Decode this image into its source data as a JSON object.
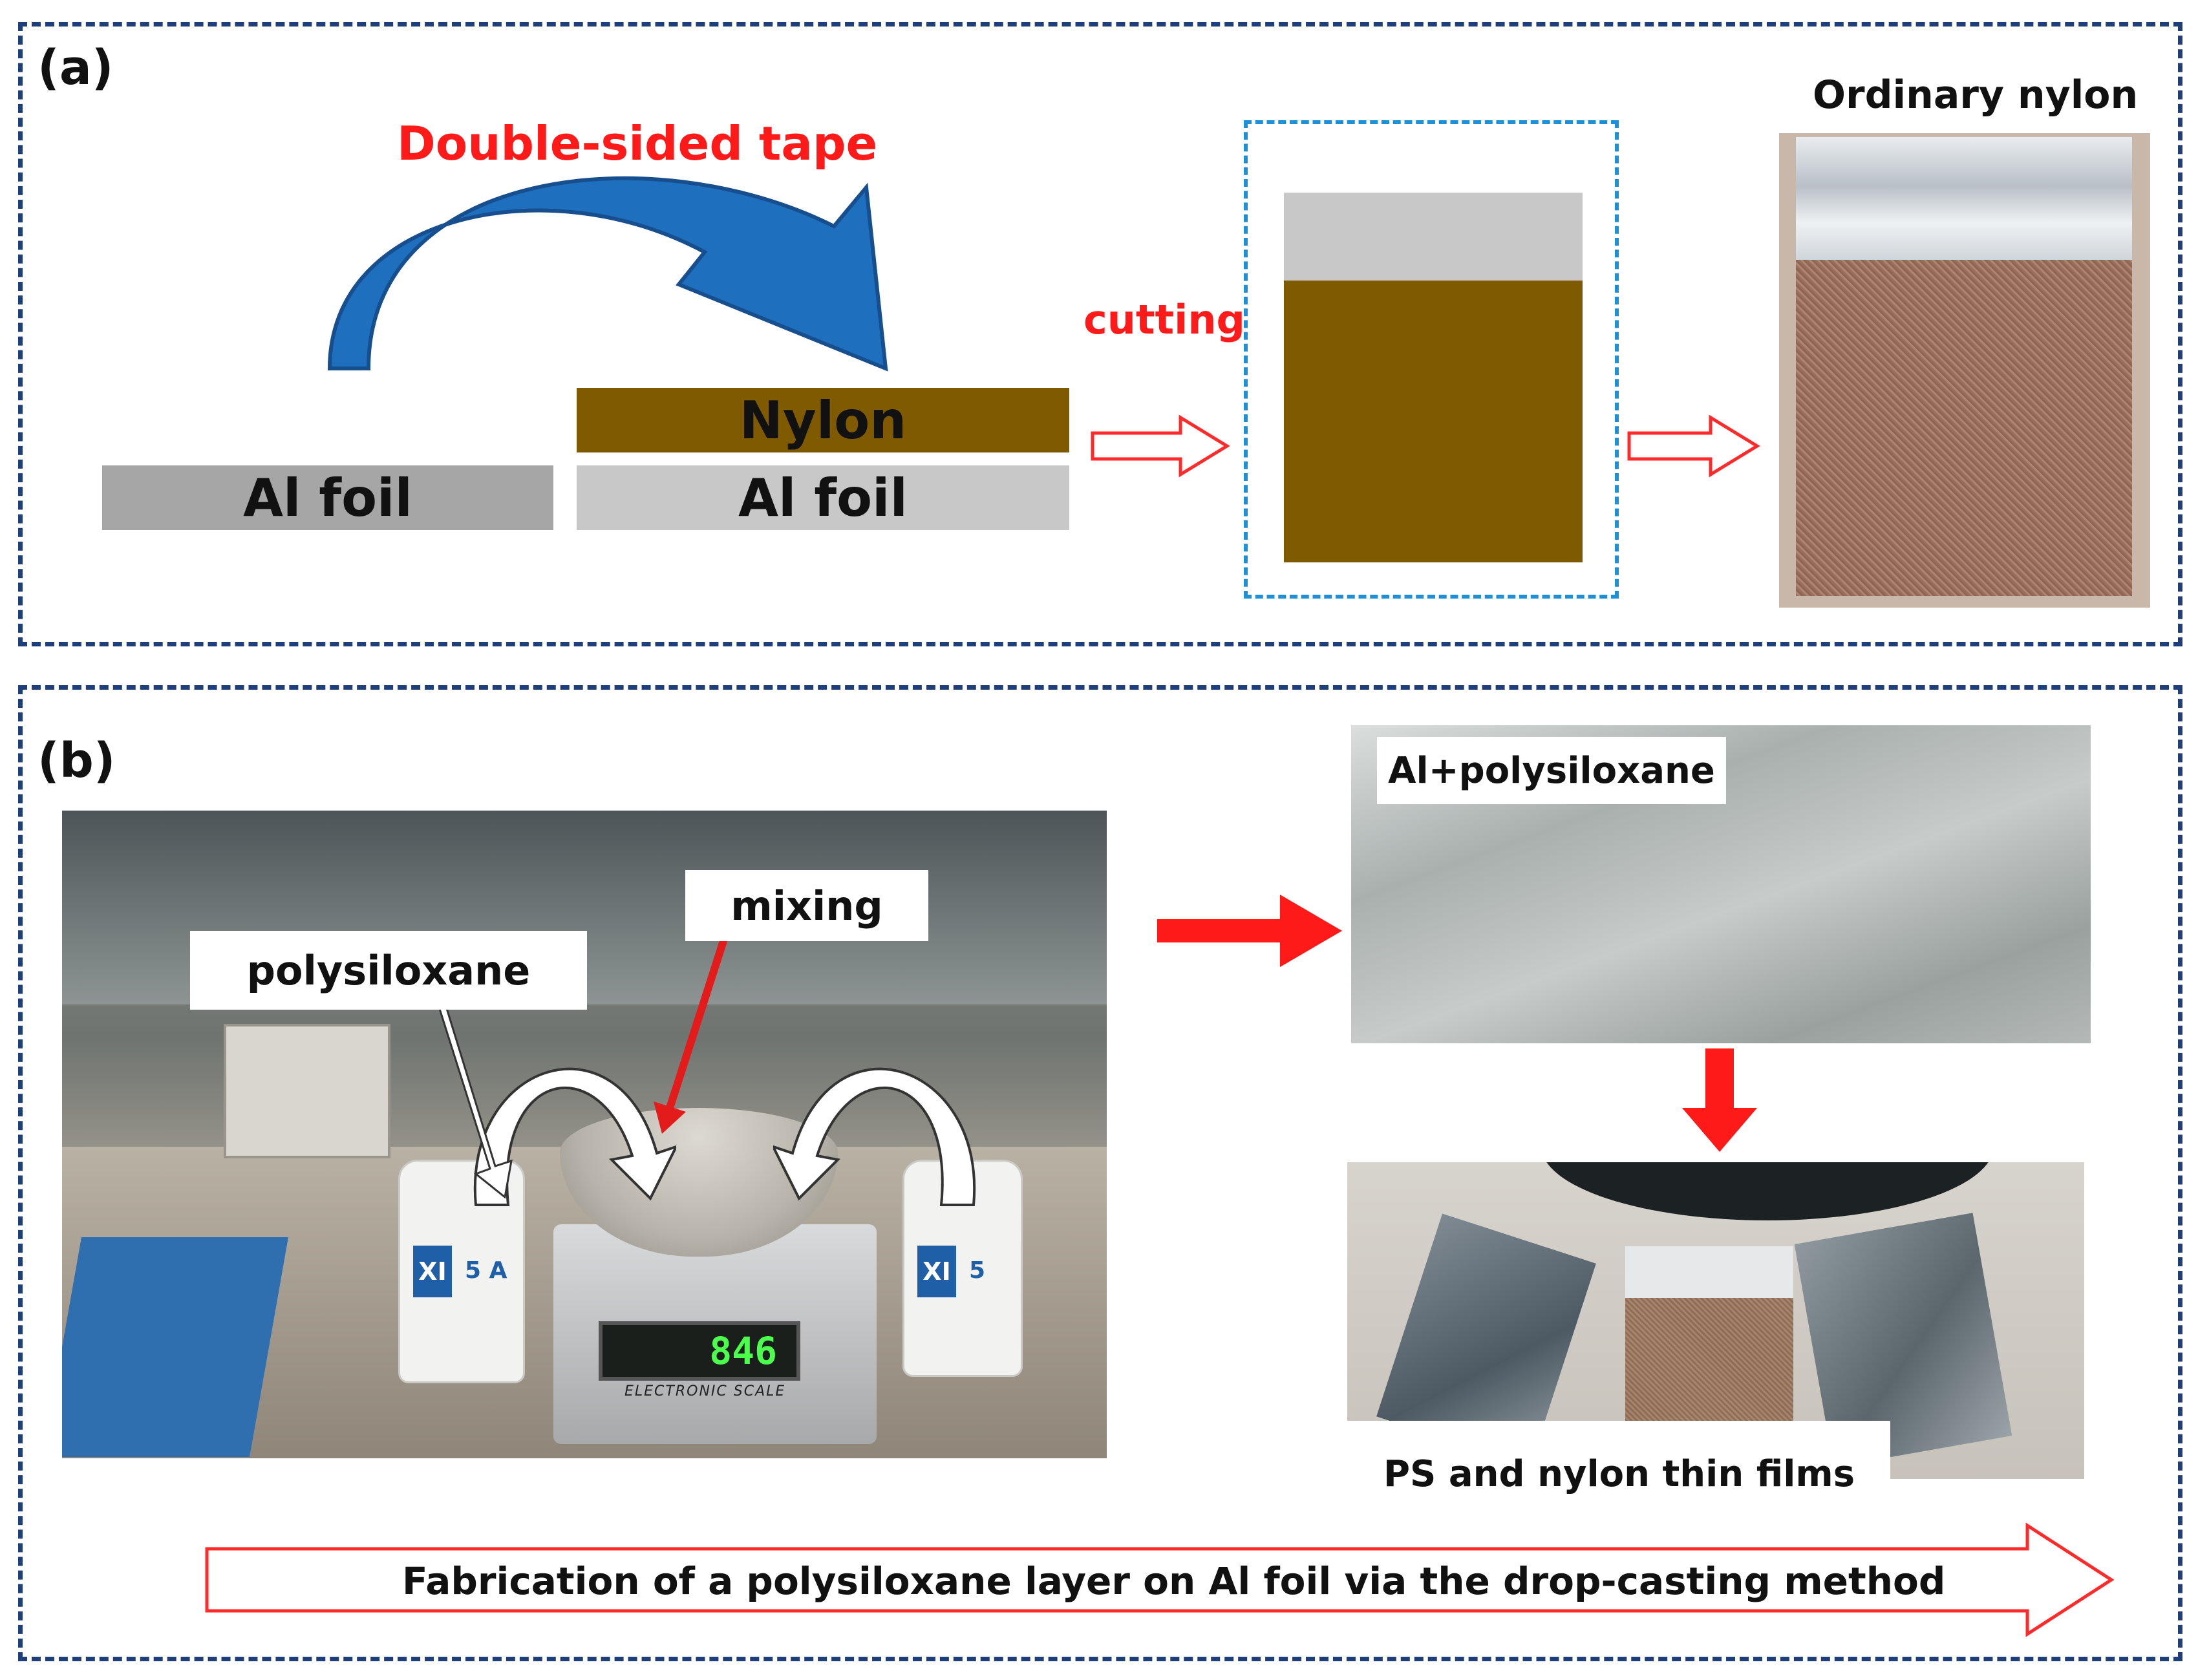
{
  "panel_a": {
    "label": "(a)",
    "tape_label": "Double-sided tape",
    "left_layer": "Al foil",
    "stack_top": "Nylon",
    "stack_bottom": "Al foil",
    "cutting_label": "cutting",
    "result_title": "Ordinary nylon",
    "colors": {
      "nylon": "#7f5a00",
      "al_foil_dark": "#a6a6a6",
      "al_foil_light": "#c8c8c8",
      "tape_arrow": "#1f6fbf",
      "dashed_box": "#1f8fd6",
      "outline_arrow": "#ff2a2a"
    }
  },
  "panel_b": {
    "label": "(b)",
    "tag_polysiloxane": "polysiloxane",
    "tag_mixing": "mixing",
    "bottle_left_text": "XI",
    "bottle_left_num": "5 A",
    "bottle_right_text": "XI",
    "bottle_right_num": "5",
    "scale_reading": "846",
    "scale_brand": "ELECTRONIC SCALE",
    "photo_top_label": "Al+polysiloxane",
    "photo_bottom_caption": "PS and nylon thin films",
    "process_arrow_text": "Fabrication of a polysiloxane layer on Al foil via the drop-casting method",
    "colors": {
      "red_arrow": "#ff1a1a",
      "border": "#1f3f7a"
    }
  }
}
